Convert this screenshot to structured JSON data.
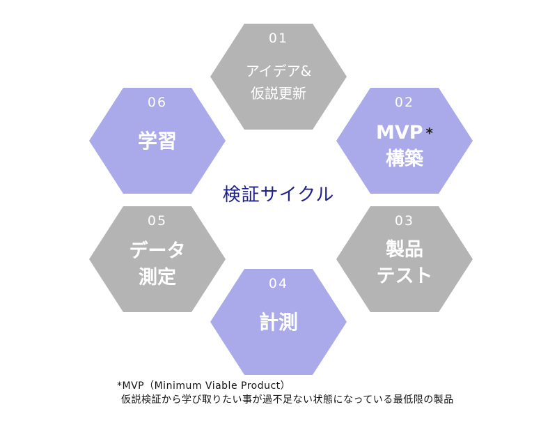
{
  "colors": {
    "gray": "#b4b4b4",
    "purple": "#aaaaea",
    "hex_text": "#ffffff",
    "title": "#1f1f8a"
  },
  "center_title": "検証サイクル",
  "steps": [
    {
      "number": "01",
      "lines": [
        "アイデア&",
        "仮説更新"
      ],
      "color": "gray"
    },
    {
      "number": "02",
      "lines": [
        "MVP",
        "構築"
      ],
      "asterisk": "*",
      "color": "purple"
    },
    {
      "number": "03",
      "lines": [
        "製品",
        "テスト"
      ],
      "color": "gray"
    },
    {
      "number": "04",
      "lines": [
        "計測"
      ],
      "color": "purple"
    },
    {
      "number": "05",
      "lines": [
        "データ",
        "測定"
      ],
      "color": "gray"
    },
    {
      "number": "06",
      "lines": [
        "学習"
      ],
      "color": "purple"
    }
  ],
  "footnote": {
    "line1": "*MVP（Minimum Viable Product）",
    "line2": "仮説検証から学び取りたい事が過不足ない状態になっている最低限の製品"
  }
}
